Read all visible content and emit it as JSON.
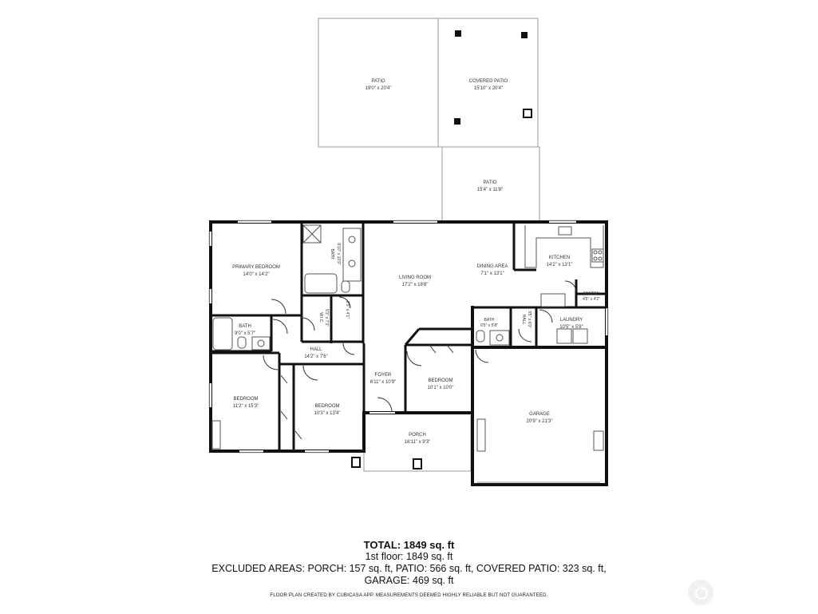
{
  "rooms": {
    "patio_left": {
      "name": "PATIO",
      "dim": "19'0\" x 20'4\""
    },
    "covered_patio": {
      "name": "COVERED PATIO",
      "dim": "15'10\" x 20'4\""
    },
    "patio_mid": {
      "name": "PATIO",
      "dim": "15'4\" x 11'8\""
    },
    "primary_bedroom": {
      "name": "PRIMARY BEDROOM",
      "dim": "14'0\" x 14'2\""
    },
    "bath_primary": {
      "name": "BATH",
      "dim": "8'10\" x 10'9\""
    },
    "wic": {
      "name": "W.I.C.",
      "dim": "5'3\" x 7'3\""
    },
    "small_closet": {
      "name": "",
      "dim": "2'5\" x 4'1\""
    },
    "living_room": {
      "name": "LIVING ROOM",
      "dim": "17'2\" x 18'8\""
    },
    "dining_area": {
      "name": "DINING AREA",
      "dim": "7'1\" x 13'1\""
    },
    "kitchen": {
      "name": "KITCHEN",
      "dim": "14'2\" x 13'1\""
    },
    "pantry": {
      "name": "PANTRY",
      "dim": "4'5\" x 4'2\""
    },
    "bath_hall": {
      "name": "BATH",
      "dim": "9'0\" x 5'7\""
    },
    "hall": {
      "name": "HALL",
      "dim": "14'2\" x 7'6\""
    },
    "bath_mid": {
      "name": "BATH",
      "dim": "6'5\" x 5'8\""
    },
    "hall_small": {
      "name": "HALL",
      "dim": "3'5\" x 6'0\""
    },
    "laundry": {
      "name": "LAUNDRY",
      "dim": "10'5\" x 5'8\""
    },
    "foyer": {
      "name": "FOYER",
      "dim": "6'11\" x 10'9\""
    },
    "bedroom_center": {
      "name": "BEDROOM",
      "dim": "10'1\" x 10'0\""
    },
    "bedroom_left": {
      "name": "BEDROOM",
      "dim": "11'2\" x 15'3\""
    },
    "bedroom_mid": {
      "name": "BEDROOM",
      "dim": "10'3\" x 13'4\""
    },
    "porch": {
      "name": "PORCH",
      "dim": "16'11\" x 9'3\""
    },
    "garage": {
      "name": "GARAGE",
      "dim": "20'9\" x 21'3\""
    }
  },
  "summary": {
    "total": "TOTAL: 1849 sq. ft",
    "first_floor": "1st floor: 1849 sq. ft",
    "excluded": "EXCLUDED AREAS: PORCH: 157 sq. ft, PATIO: 566 sq. ft, COVERED PATIO: 323 sq. ft,",
    "garage": "GARAGE: 469 sq. ft",
    "disclaimer": "FLOOR PLAN CREATED BY CUBICASA APP. MEASUREMENTS DEEMED HIGHLY RELIABLE BUT NOT GUARANTEED."
  },
  "colors": {
    "wall": "#111111",
    "outdoor_line": "#9a9a9a",
    "window": "#bdbdbd",
    "fixture": "#555555"
  }
}
